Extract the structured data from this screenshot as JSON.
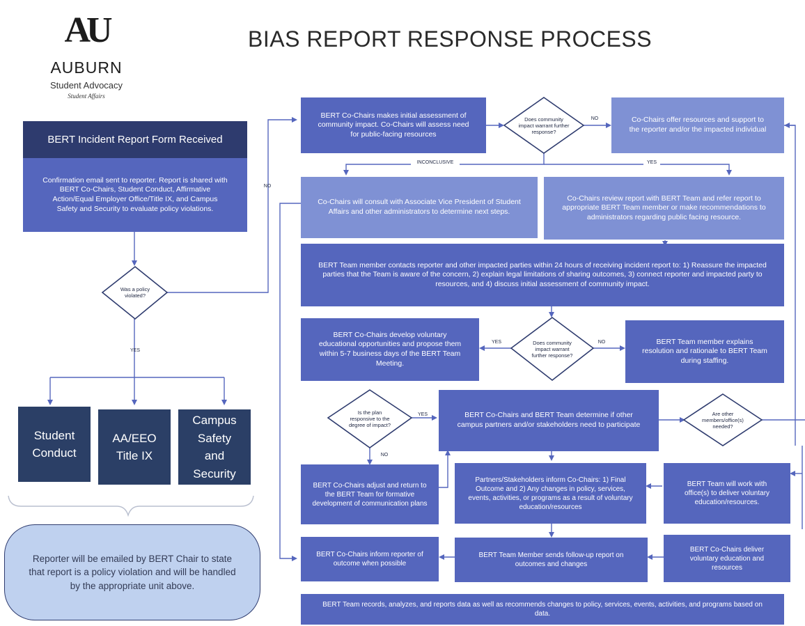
{
  "header": {
    "title": "BIAS REPORT RESPONSE PROCESS",
    "logo_letters": "AU",
    "org_name": "AUBURN",
    "org_unit": "Student Advocacy",
    "org_sub": "Student Affairs"
  },
  "left": {
    "form_received": "BERT Incident Report Form Received",
    "confirmation": "Confirmation email sent to reporter. Report is shared with BERT Co-Chairs, Student Conduct, Affirmative Action/Equal Employer Office/Title IX, and Campus Safety and Security to evaluate policy violations.",
    "policy_question": "Was a policy violated?",
    "yes_label": "YES",
    "no_label": "NO",
    "unit_conduct": "Student Conduct",
    "unit_aaeeo": "AA/EEO Title IX",
    "unit_safety": "Campus Safety and Security",
    "reporter_note": "Reporter will be emailed by BERT Chair to state that report is a policy violation and will be handled by the appropriate unit above."
  },
  "flow": {
    "initial_assessment": "BERT Co-Chairs makes initial assessment of community impact. Co-Chairs will assess need for public-facing resources",
    "q_community_1": "Does community impact warrant further response?",
    "no_1": "NO",
    "offer_resources": "Co-Chairs offer resources and support to the reporter and/or the impacted individual",
    "inconclusive": "INCONCLUSIVE",
    "yes_1": "YES",
    "consult_avp": "Co-Chairs will consult with Associate Vice President of Student Affairs and other administrators to determine next steps.",
    "review_report": "Co-Chairs review report with BERT Team and refer report to appropriate BERT Team member or make recommendations to administrators regarding public facing resource.",
    "contact_reporter": "BERT Team member contacts reporter and other impacted parties within 24 hours of receiving incident report to: 1) Reassure the impacted parties that the Team is aware of the concern, 2) explain legal limitations of sharing outcomes, 3) connect reporter and impacted party to resources, and 4) discuss initial assessment of community impact.",
    "develop_opportunities": "BERT Co-Chairs develop voluntary educational opportunities and propose them within 5-7 business days of the BERT Team Meeting.",
    "yes_2": "YES",
    "q_community_2": "Does community impact warrant further response?",
    "no_2": "NO",
    "explain_resolution": "BERT Team member explains resolution and rationale to BERT Team during staffing.",
    "q_plan": "Is the plan responsive to the degree of impact?",
    "yes_3": "YES",
    "no_3": "NO",
    "determine_partners": "BERT Co-Chairs and BERT Team determine if other campus partners and/or stakeholders need to participate",
    "q_other_members": "Are other members/office(s) needed?",
    "adjust_return": "BERT Co-Chairs adjust and return to the BERT Team for formative development of communication plans",
    "partners_inform": "Partners/Stakeholders inform Co-Chairs: 1) Final Outcome and 2) Any changes in policy, services, events, activities, or programs as a result of voluntary education/resources",
    "work_with_offices": "BERT Team will work with office(s) to deliver voluntary education/resources.",
    "inform_reporter": "BERT Co-Chairs inform reporter of outcome when possible",
    "send_followup": "BERT Team Member sends follow-up report on outcomes and changes",
    "deliver_education": "BERT Co-Chairs deliver voluntary education and resources",
    "records_data": "BERT Team records, analyzes, and reports data as well as recommends changes to policy, services, events, activities, and programs based on data."
  },
  "colors": {
    "dark_box": "#2e3b6e",
    "mid_box": "#5566bd",
    "light_box": "#7f91d4",
    "unit_box": "#2b3f66",
    "connector": "#5566bd"
  }
}
